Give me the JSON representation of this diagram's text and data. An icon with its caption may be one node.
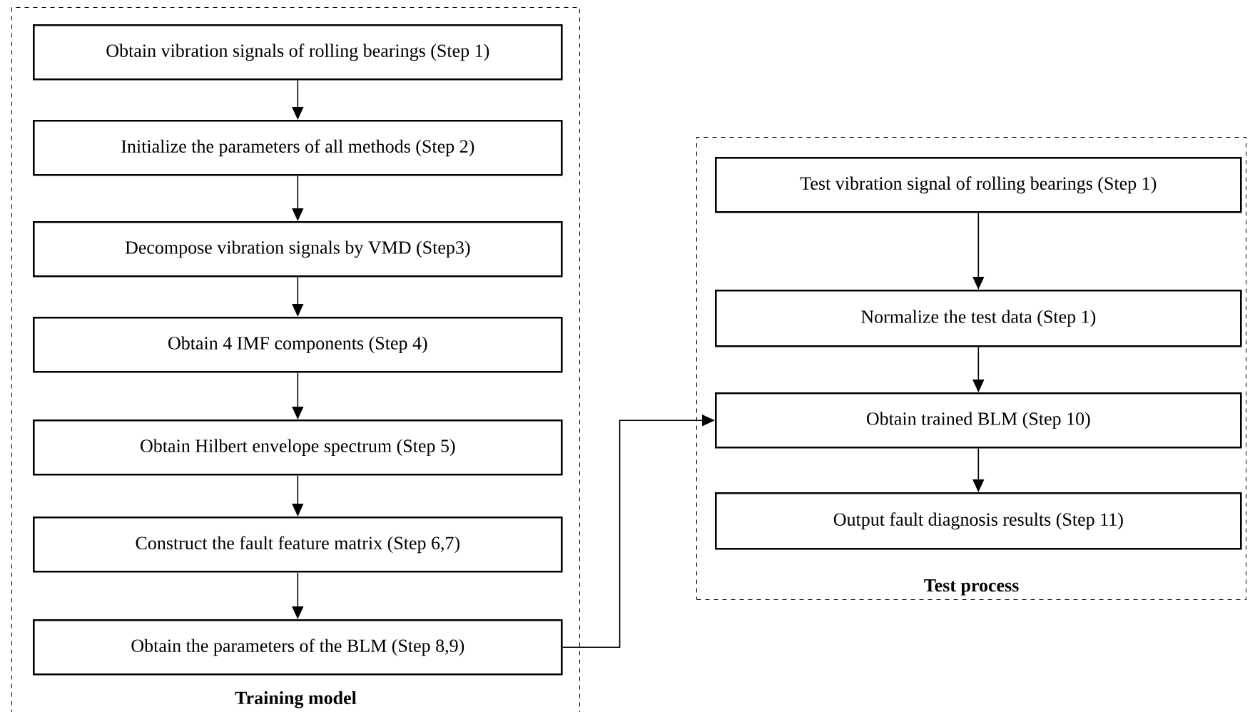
{
  "diagram": {
    "nodes": [
      {
        "text": [
          "Training model"
        ]
      },
      {
        "text": [
          "Obtain vibration signals of rolling bearings (Step 1)"
        ],
        "in": 0
      },
      {
        "text": [
          "Initialize the parameters of all methods (Step 2)"
        ],
        "in": 0
      },
      {
        "text": [
          "Decompose vibration signals by VMD (Step3)"
        ],
        "in": 0
      },
      {
        "text": [
          "Obtain 4 IMF components (Step 4)"
        ],
        "in": 0
      },
      {
        "text": [
          "Obtain Hilbert envelope spectrum (Step 5)"
        ],
        "in": 0
      },
      {
        "text": [
          "Construct the fault feature matrix (Step 6,7)"
        ],
        "in": 0
      },
      {
        "text": [
          "Obtain the parameters of the BLM (Step 8,9)"
        ],
        "in": 0
      },
      {
        "text": [
          "Test process"
        ]
      },
      {
        "text": [
          "Test vibration signal of rolling bearings (Step 1)"
        ],
        "in": 8
      },
      {
        "text": [
          "Normalize the test data (Step 1)"
        ],
        "in": 8
      },
      {
        "text": [
          "Obtain trained BLM (Step 10)"
        ],
        "in": 8
      },
      {
        "text": [
          "Output fault diagnosis results (Step 11)"
        ],
        "in": 8
      }
    ],
    "edges": [
      {
        "from": 1,
        "to": 2,
        "arrow": "to"
      },
      {
        "from": 2,
        "to": 3,
        "arrow": "to"
      },
      {
        "from": 3,
        "to": 4,
        "arrow": "to"
      },
      {
        "from": 4,
        "to": 5,
        "arrow": "to"
      },
      {
        "from": 5,
        "to": 6,
        "arrow": "to"
      },
      {
        "from": 6,
        "to": 7,
        "arrow": "to"
      },
      {
        "from": 7,
        "to": 11,
        "arrow": "to"
      },
      {
        "from": 9,
        "to": 10,
        "arrow": "to"
      },
      {
        "from": 10,
        "to": 11,
        "arrow": "to"
      },
      {
        "from": 11,
        "to": 12,
        "arrow": "to"
      }
    ]
  }
}
